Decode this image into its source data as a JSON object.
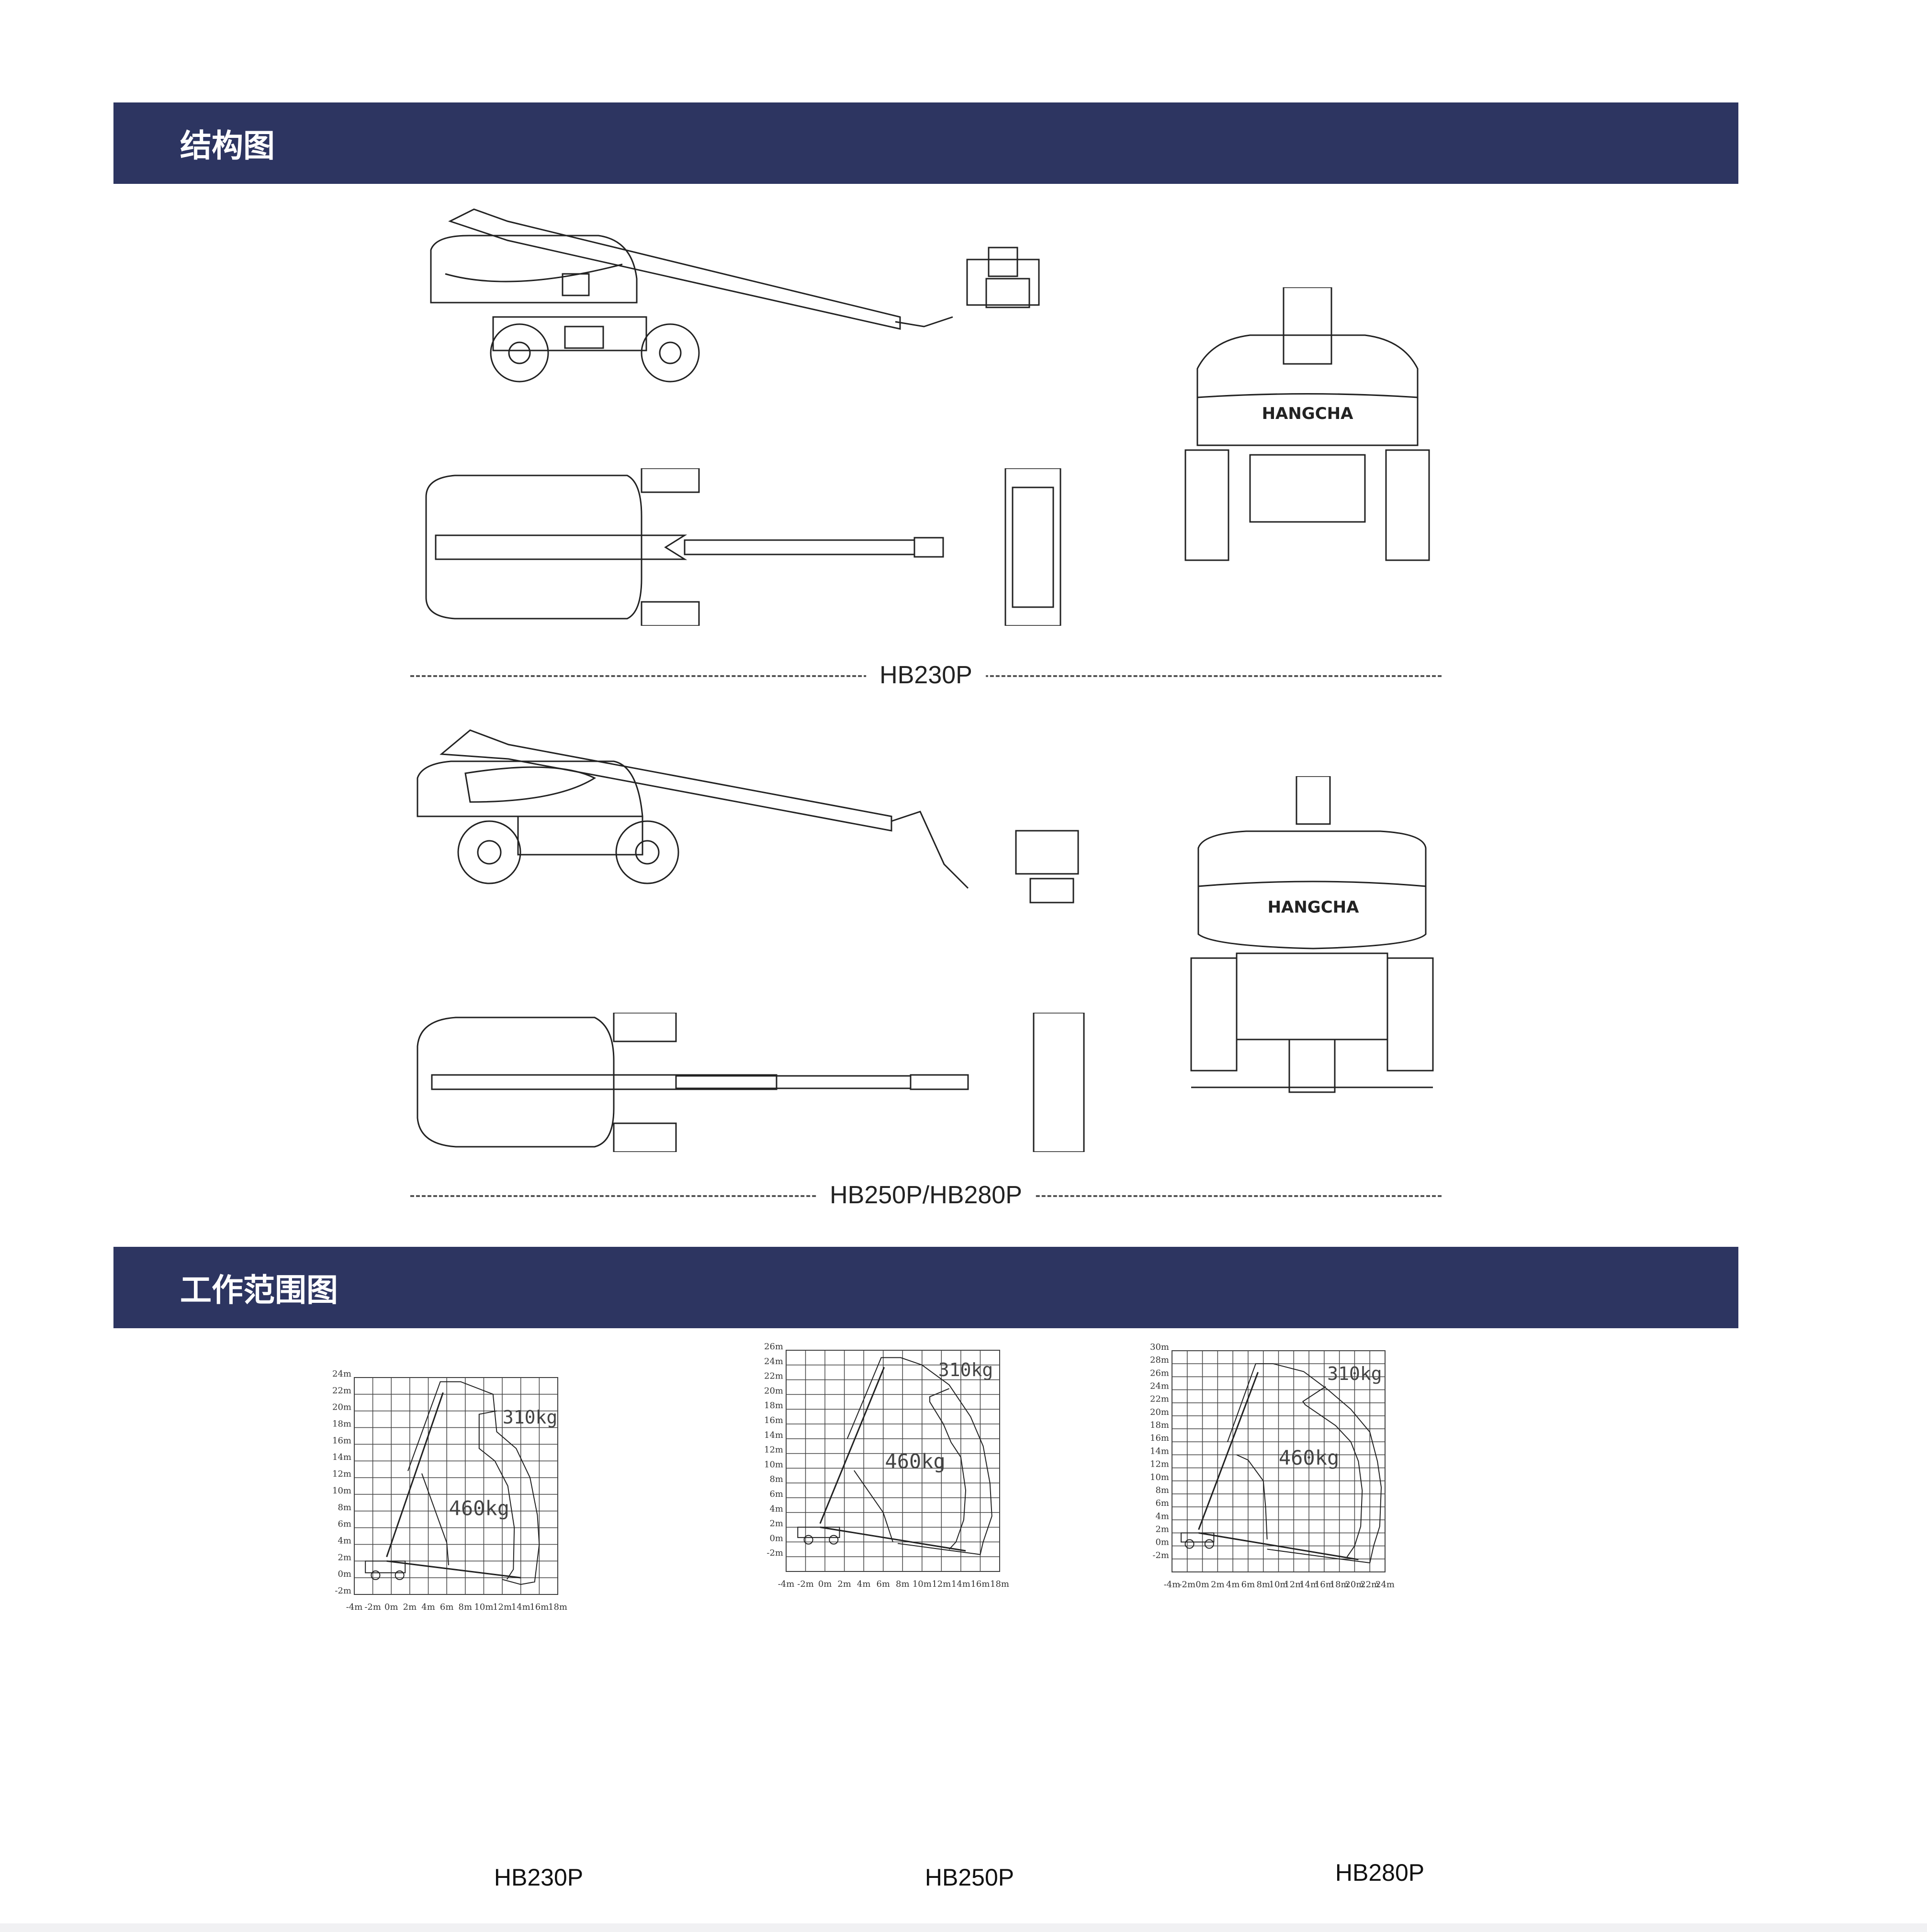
{
  "sections": {
    "structure_title": "结构图",
    "range_title": "工作范围图"
  },
  "structure": {
    "group1_label": "HB230P",
    "group2_label": "HB250P/HB280P",
    "brand": "HANGCHA"
  },
  "colors": {
    "header_bg": "#2d3561",
    "header_text": "#ffffff"
  },
  "chart_data": [
    {
      "type": "line",
      "title": "HB230P",
      "xlim": [
        -4,
        18
      ],
      "ylim": [
        -2,
        24
      ],
      "x_ticks": [
        "-4m",
        "-2m",
        "0m",
        "2m",
        "4m",
        "6m",
        "8m",
        "10m",
        "12m",
        "14m",
        "16m",
        "18m"
      ],
      "y_ticks": [
        "-2m",
        "0m",
        "2m",
        "4m",
        "6m",
        "8m",
        "10m",
        "12m",
        "14m",
        "16m",
        "18m",
        "20m",
        "22m",
        "24m"
      ],
      "grid": true,
      "load_labels": [
        {
          "text": "310kg",
          "x": 15,
          "y": 18.5
        },
        {
          "text": "460kg",
          "x": 9.5,
          "y": 7.5
        }
      ],
      "outer_envelope": [
        [
          1.8,
          12.8
        ],
        [
          5.3,
          23.5
        ],
        [
          7.5,
          23.5
        ],
        [
          11,
          22
        ],
        [
          11.4,
          17.5
        ],
        [
          13.5,
          15.5
        ],
        [
          15,
          12
        ],
        [
          15.8,
          7.5
        ],
        [
          16,
          4
        ],
        [
          15.5,
          -0.5
        ],
        [
          14,
          -0.8
        ],
        [
          12,
          -0.2
        ]
      ],
      "inner_envelope": [
        [
          3.3,
          12.5
        ],
        [
          6,
          4.2
        ],
        [
          6.2,
          1.5
        ]
      ],
      "inner_310_boundary": [
        [
          11.4,
          20
        ],
        [
          9.5,
          19.6
        ],
        [
          9.5,
          15.5
        ],
        [
          11.2,
          14
        ],
        [
          12.6,
          11
        ],
        [
          13.3,
          6
        ],
        [
          13.2,
          1
        ],
        [
          12.5,
          -0.2
        ]
      ]
    },
    {
      "type": "line",
      "title": "HB250P",
      "xlim": [
        -4,
        18
      ],
      "ylim": [
        -4,
        26
      ],
      "x_ticks": [
        "-4m",
        "-2m",
        "0m",
        "2m",
        "4m",
        "6m",
        "8m",
        "10m",
        "12m",
        "14m",
        "16m",
        "18m"
      ],
      "y_ticks": [
        "-2m",
        "0m",
        "2m",
        "4m",
        "6m",
        "8m",
        "10m",
        "12m",
        "14m",
        "16m",
        "18m",
        "20m",
        "22m",
        "24m",
        "26m"
      ],
      "grid": true,
      "load_labels": [
        {
          "text": "310kg",
          "x": 14.5,
          "y": 22.5
        },
        {
          "text": "460kg",
          "x": 9.3,
          "y": 10
        }
      ],
      "outer_envelope": [
        [
          2.3,
          14
        ],
        [
          5.8,
          25
        ],
        [
          7.8,
          25
        ],
        [
          10,
          24
        ],
        [
          12.8,
          21.3
        ],
        [
          15,
          17
        ],
        [
          16.3,
          13
        ],
        [
          17,
          8
        ],
        [
          17.2,
          3.5
        ],
        [
          16.3,
          0
        ],
        [
          16,
          -1.7
        ],
        [
          12,
          -1
        ],
        [
          7.5,
          -0.2
        ]
      ],
      "inner_envelope": [
        [
          3,
          9.7
        ],
        [
          6,
          4
        ],
        [
          7,
          0
        ]
      ],
      "inner_310_boundary": [
        [
          12.8,
          20.8
        ],
        [
          10.8,
          19.7
        ],
        [
          10.8,
          19
        ],
        [
          12.2,
          16
        ],
        [
          13,
          13.5
        ],
        [
          14,
          11.5
        ],
        [
          14.5,
          7
        ],
        [
          14.3,
          3
        ],
        [
          13.5,
          0
        ],
        [
          12.8,
          -1
        ]
      ]
    },
    {
      "type": "line",
      "title": "HB280P",
      "xlim": [
        -4,
        24
      ],
      "ylim": [
        -4,
        30
      ],
      "x_ticks": [
        "-4m",
        "-2m",
        "0m",
        "2m",
        "4m",
        "6m",
        "8m",
        "10m",
        "12m",
        "14m",
        "16m",
        "18m",
        "20m",
        "22m",
        "24m"
      ],
      "y_ticks": [
        "-2m",
        "0m",
        "2m",
        "4m",
        "6m",
        "8m",
        "10m",
        "12m",
        "14m",
        "16m",
        "18m",
        "20m",
        "22m",
        "24m",
        "26m",
        "28m",
        "30m"
      ],
      "grid": true,
      "load_labels": [
        {
          "text": "310kg",
          "x": 20,
          "y": 25.5
        },
        {
          "text": "460kg",
          "x": 14,
          "y": 12.5
        }
      ],
      "outer_envelope": [
        [
          3.3,
          16
        ],
        [
          7,
          28
        ],
        [
          9.3,
          28
        ],
        [
          13.3,
          26.8
        ],
        [
          16.5,
          24
        ],
        [
          19.5,
          21
        ],
        [
          22,
          17.5
        ],
        [
          23,
          13
        ],
        [
          23.5,
          9
        ],
        [
          23.3,
          3
        ],
        [
          22.5,
          0
        ],
        [
          22,
          -2.6
        ],
        [
          18,
          -2
        ],
        [
          8.5,
          -0.5
        ]
      ],
      "inner_envelope": [
        [
          4.5,
          14
        ],
        [
          6,
          13.2
        ],
        [
          8,
          10
        ],
        [
          8.3,
          6
        ],
        [
          8.5,
          1
        ]
      ],
      "inner_310_boundary": [
        [
          16.2,
          24.5
        ],
        [
          13.2,
          22.2
        ],
        [
          13.5,
          21.7
        ],
        [
          17.5,
          18.5
        ],
        [
          19.5,
          16
        ],
        [
          20.5,
          13
        ],
        [
          21,
          8.5
        ],
        [
          20.8,
          3
        ],
        [
          20,
          0
        ],
        [
          19,
          -1.7
        ]
      ]
    }
  ]
}
